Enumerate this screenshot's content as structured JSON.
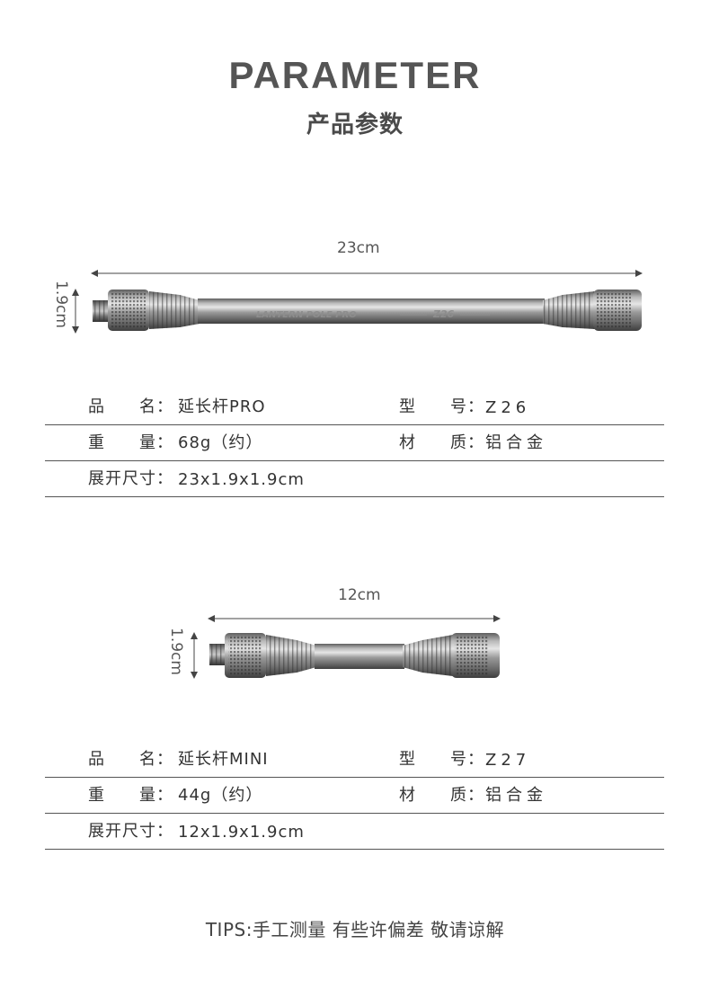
{
  "header": {
    "title_en": "PARAMETER",
    "title_zh": "产品参数"
  },
  "product1": {
    "length_label": "23cm",
    "diameter_label": "1.9cm",
    "engraving": "LANTERN POLE PRO",
    "model_engraving": "Z26",
    "specs": [
      {
        "k1": "品　　名：",
        "v1": "延长杆PRO",
        "k2": "型　　号：",
        "v2": "Z26"
      },
      {
        "k1": "重　　量：",
        "v1": "68g（约）",
        "k2": "材　　质：",
        "v2": "铝合金"
      },
      {
        "k1": "展开尺寸：",
        "v1": "23x1.9x1.9cm"
      }
    ]
  },
  "product2": {
    "length_label": "12cm",
    "diameter_label": "1.9cm",
    "specs": [
      {
        "k1": "品　　名：",
        "v1": "延长杆MINI",
        "k2": "型　　号：",
        "v2": "Z27"
      },
      {
        "k1": "重　　量：",
        "v1": "44g（约）",
        "k2": "材　　质：",
        "v2": "铝合金"
      },
      {
        "k1": "展开尺寸：",
        "v1": "12x1.9x1.9cm"
      }
    ]
  },
  "tips": "TIPS:手工测量 有些许偏差 敬请谅解"
}
